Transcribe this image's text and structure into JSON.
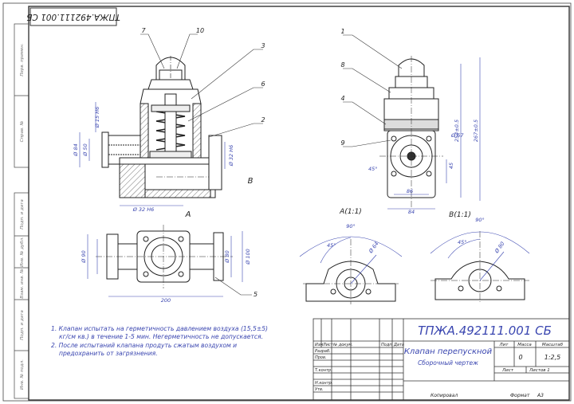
{
  "stamp": {
    "code": "ТПЖА.492111.001 СБ",
    "code_rotated": "ТПЖА.492111.001 СБ",
    "name": "Клапан перепускной",
    "doc_type": "Сборочный чертеж",
    "headers": [
      "Лит",
      "Масса",
      "Масштаб"
    ],
    "mass": "0",
    "scale": "1:2,5",
    "sheet": "Лист",
    "sheets": "Листов 1",
    "rows": [
      "Изм",
      "Лист",
      "№ докум.",
      "Подп.",
      "Дата",
      "Разраб.",
      "Пров.",
      "Т.контр.",
      "Н.контр.",
      "Утв."
    ],
    "copied": "Копировал",
    "format": "Формат",
    "format_value": "A3"
  },
  "side_columns": [
    "Перв. примен.",
    "Справ. №",
    "Подп. и дата",
    "Инв. № дубл.",
    "Взам. инв. №",
    "Подп. и дата",
    "Инв. № подл."
  ],
  "callouts": [
    "7",
    "10",
    "3",
    "6",
    "2",
    "1",
    "8",
    "4",
    "9",
    "5",
    "B",
    "A"
  ],
  "dims": {
    "d15": "Ø 15 H6",
    "d84": "Ø 84",
    "d50": "Ø 50",
    "d32": "Ø 32 H6",
    "d32b": "Ø 32 H6",
    "d67": "Ø 67",
    "h254": "254±0.5",
    "h267": "267±0.5",
    "d45": "45°",
    "d86": "86",
    "d84b": "84",
    "d90": "Ø 90",
    "d80": "Ø 80",
    "d100": "Ø 100",
    "len200": "200",
    "v45": "45",
    "d64": "Ø 64",
    "d80b": "Ø 80",
    "a45a": "45°",
    "a90a": "90°",
    "a45b": "45°",
    "a90b": "90°"
  },
  "views": {
    "a": "А(1:1)",
    "b": "В(1:1)"
  },
  "notes": [
    "1. Клапан испытать на герметичность давлением воздуха (15,5±5)",
    "кг/см кв.) в течение 1-5 мин. Негерметичность не допускается.",
    "2. После испытаний клапана продуть сжатым воздухом и",
    "предохранить от загрязнения."
  ]
}
